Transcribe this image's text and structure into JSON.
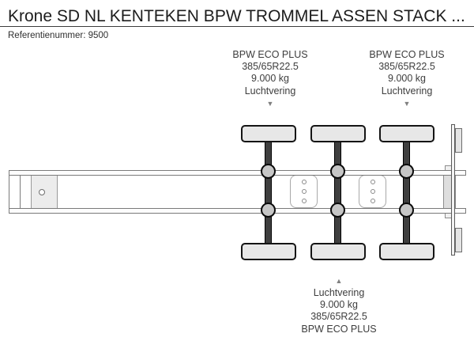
{
  "header": {
    "title": "Krone SD NL KENTEKEN BPW TROMMEL ASSEN STACK ...",
    "reference": "Referentienummer: 9500"
  },
  "annotations": {
    "axle_1_top": {
      "lines": [
        "BPW ECO PLUS",
        "385/65R22.5",
        "9.000 kg",
        "Luchtvering"
      ],
      "arrow": "▼"
    },
    "axle_3_top": {
      "lines": [
        "BPW ECO PLUS",
        "385/65R22.5",
        "9.000 kg",
        "Luchtvering"
      ],
      "arrow": "▼"
    },
    "axle_2_bottom": {
      "arrow": "▲",
      "lines": [
        "Luchtvering",
        "9.000 kg",
        "385/65R22.5",
        "BPW ECO PLUS"
      ]
    }
  },
  "diagram": {
    "type": "trailer-chassis-top-view",
    "axle_count": 3,
    "colors": {
      "axle_beam": "#3f3f3f",
      "tire_fill": "#e7e7e7",
      "air_spring_fill": "#c6c6c6",
      "part_outline": "#141414",
      "chassis_outline": "#7a7a7a",
      "annotation_text": "#3d3d3d"
    }
  }
}
